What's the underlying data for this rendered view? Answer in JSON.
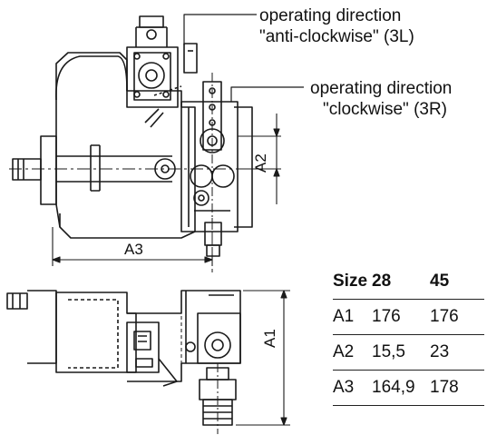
{
  "callouts": {
    "ccw_line1": "operating direction",
    "ccw_line2": "\"anti-clockwise\" (3L)",
    "cw_line1": "operating direction",
    "cw_line2": "\"clockwise\" (3R)"
  },
  "dimensions": {
    "a1": "A1",
    "a2": "A2",
    "a3": "A3"
  },
  "table": {
    "header": {
      "col0": "Size",
      "col1": "28",
      "col2": "45"
    },
    "rows": [
      {
        "label": "A1",
        "v28": "176",
        "v45": "176"
      },
      {
        "label": "A2",
        "v28": "15,5",
        "v45": "23"
      },
      {
        "label": "A3",
        "v28": "164,9",
        "v45": "178"
      }
    ]
  }
}
